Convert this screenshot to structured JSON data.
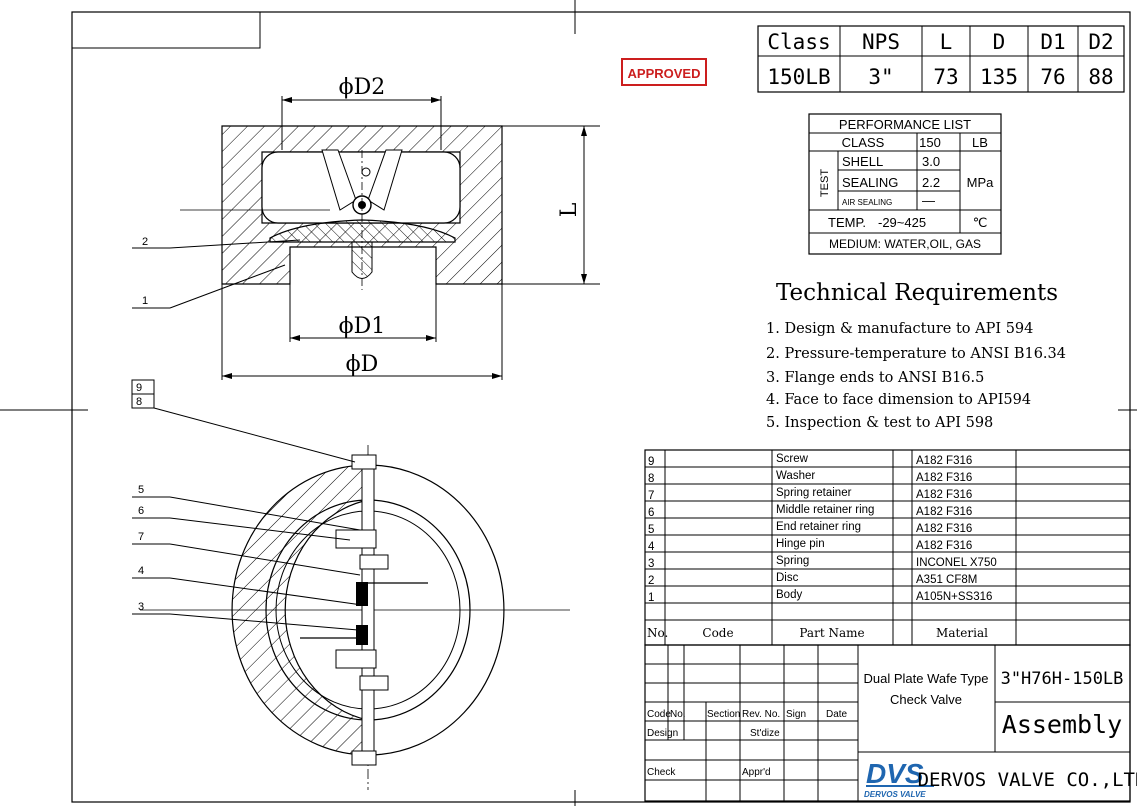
{
  "stamp": {
    "text": "APPROVED",
    "color": "#cc1e1e"
  },
  "dims_table": {
    "headers": [
      "Class",
      "NPS",
      "L",
      "D",
      "D1",
      "D2"
    ],
    "values": [
      "150LB",
      "3\"",
      "73",
      "135",
      "76",
      "88"
    ]
  },
  "performance": {
    "title": "PERFORMANCE LIST",
    "class_label": "CLASS",
    "class_value": "150",
    "class_unit": "LB",
    "test_label": "TEST",
    "rows": [
      {
        "label": "SHELL",
        "value": "3.0"
      },
      {
        "label": "SEALING",
        "value": "2.2"
      },
      {
        "label": "AIR SEALING",
        "value": "—"
      }
    ],
    "pressure_unit": "MPa",
    "temp_label": "TEMP.",
    "temp_value": "-29~425",
    "temp_unit": "℃",
    "medium": "MEDIUM: WATER,OIL, GAS"
  },
  "tech": {
    "title": "Technical Requirements",
    "items": [
      "1. Design & manufacture to API 594",
      "2. Pressure-temperature to ANSI B16.34",
      "3. Flange ends to ANSI B16.5",
      "4. Face to face dimension to API594",
      "5. Inspection & test to API 598"
    ]
  },
  "drawing_labels": {
    "d2": "ϕD2",
    "d1": "ϕD1",
    "d": "ϕD",
    "l": "L",
    "callouts": [
      "1",
      "2",
      "3",
      "4",
      "5",
      "6",
      "7",
      "8",
      "9"
    ]
  },
  "parts": [
    {
      "no": "9",
      "name": "Screw",
      "material": "A182 F316"
    },
    {
      "no": "8",
      "name": "Washer",
      "material": "A182 F316"
    },
    {
      "no": "7",
      "name": "Spring retainer",
      "material": "A182 F316"
    },
    {
      "no": "6",
      "name": "Middle retainer ring",
      "material": "A182 F316"
    },
    {
      "no": "5",
      "name": "End retainer ring",
      "material": "A182 F316"
    },
    {
      "no": "4",
      "name": "Hinge pin",
      "material": "A182 F316"
    },
    {
      "no": "3",
      "name": "Spring",
      "material": "INCONEL X750"
    },
    {
      "no": "2",
      "name": "Disc",
      "material": "A351 CF8M"
    },
    {
      "no": "1",
      "name": "Body",
      "material": "A105N+SS316"
    }
  ],
  "parts_header": {
    "no": "No.",
    "code": "Code",
    "name": "Part Name",
    "material": "Material"
  },
  "title_block": {
    "row_labels": [
      "Code",
      "No.",
      "Section",
      "Rev. No.",
      "Sign",
      "Date"
    ],
    "design": "Design",
    "stdize": "St'dize",
    "check": "Check",
    "apprd": "Appr'd",
    "product_line1": "Dual Plate Wafe Type",
    "product_line2": "Check Valve",
    "model": "3\"H76H-150LB",
    "drawing_type": "Assembly",
    "logo": "DVS",
    "logo_sub": "DERVOS VALVE",
    "company": "DERVOS VALVE CO.,LTD"
  }
}
